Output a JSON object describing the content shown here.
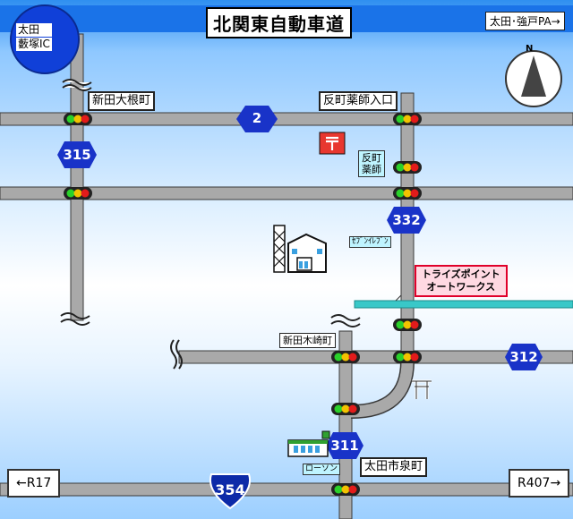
{
  "map": {
    "title": "北関東自動車道",
    "pa_label": "太田･強戸PA→",
    "ic_line1": "太田",
    "ic_line2": "藪塚IC",
    "north_label": "N"
  },
  "places": {
    "nitta_oone": "新田大根町",
    "sorimachi_entrance": "反町薬師入口",
    "sorimachi_yakushi_1": "反町",
    "sorimachi_yakushi_2": "薬師",
    "seven_eleven": "ｾﾌﾞﾝｲﾚﾌﾞﾝ",
    "destination_line1": "トライズポイント",
    "destination_line2": "オートワークス",
    "nitta_kizaki": "新田木崎町",
    "ota_shimizu": "太田市泉町",
    "lawson": "ローソン",
    "r17": "←R17",
    "r407": "R407→"
  },
  "routes": {
    "r2": "2",
    "r315": "315",
    "r332": "332",
    "r312": "312",
    "r311": "311",
    "r354": "354"
  },
  "colors": {
    "road": "#a9a9a9",
    "route_shield": "#1933c8",
    "national_shield": "#0d2aa8",
    "destination_border": "#e0002a",
    "river": "#39c8c8"
  }
}
